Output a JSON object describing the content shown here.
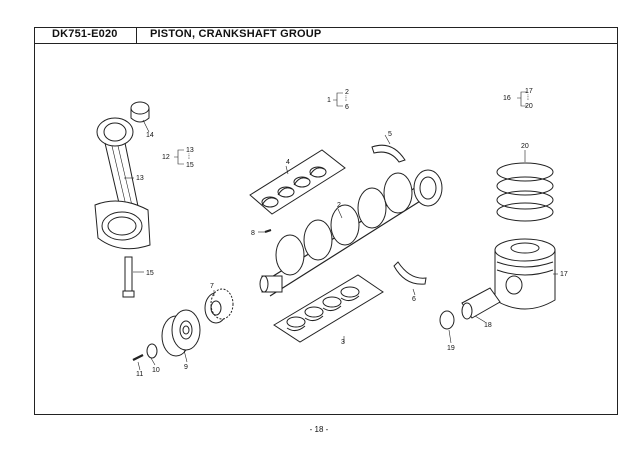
{
  "header": {
    "code": "DK751-E020",
    "title": "PISTON, CRANKSHAFT GROUP"
  },
  "callouts": {
    "c1": "1",
    "c2": "2",
    "c6": "6",
    "c16": "16",
    "c17": "17",
    "c20": "20",
    "c12": "12",
    "c13": "13",
    "c15": "15",
    "c14": "14",
    "c4": "4",
    "c5": "5",
    "c2b": "2",
    "c8": "8",
    "c13b": "13",
    "c15b": "15",
    "c7": "7",
    "c3": "3",
    "c6b": "6",
    "c20b": "20",
    "c17b": "17",
    "c18": "18",
    "c19": "19",
    "c9": "9",
    "c10": "10",
    "c11": "11",
    "ellipsis": "⁞"
  },
  "footer": {
    "page": "- 18 -"
  }
}
